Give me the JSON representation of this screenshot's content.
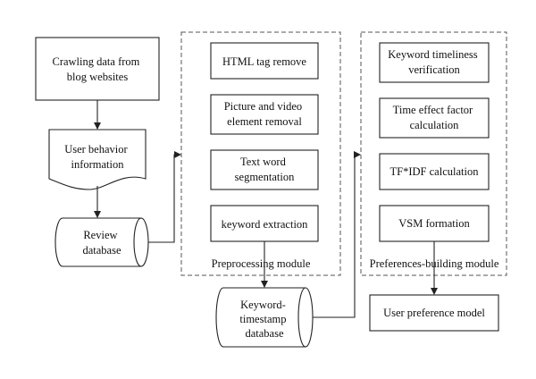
{
  "nodes": {
    "crawl": [
      "Crawling data from",
      "blog websites"
    ],
    "user_behavior": [
      "User behavior",
      "information"
    ],
    "review_db": [
      "Review",
      "database"
    ],
    "html_tag": [
      "HTML tag remove"
    ],
    "picture_video": [
      "Picture and video",
      "element removal"
    ],
    "text_seg": [
      "Text word",
      "segmentation"
    ],
    "keyword_ext": [
      "keyword extraction"
    ],
    "keyword_ts_db": [
      "Keyword-",
      "timestamp",
      "database"
    ],
    "timeliness": [
      "Keyword timeliness",
      "verification"
    ],
    "time_effect": [
      "Time effect factor",
      "calculation"
    ],
    "tfidf": [
      "TF*IDF calculation"
    ],
    "vsm": [
      "VSM formation"
    ],
    "user_pref": [
      "User preference model"
    ]
  },
  "modules": {
    "preprocessing": "Preprocessing module",
    "preferences": "Preferences-building module"
  },
  "colors": {
    "line": "#222222",
    "dashed": "#555555",
    "background": "#ffffff"
  }
}
